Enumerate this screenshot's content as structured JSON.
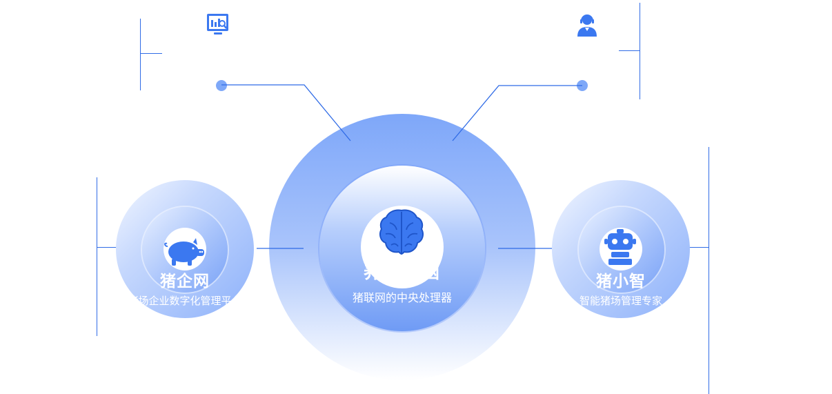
{
  "center": {
    "title": "养猪大脑",
    "subtitle": "猪联网的中央处理器",
    "icon": "brain-icon"
  },
  "left_node": {
    "title": "猪企网",
    "subtitle": "猪场企业数字化管理平台",
    "icon": "pig-icon"
  },
  "right_node": {
    "title": "猪小智",
    "subtitle": "智能猪场管理专家",
    "icon": "robot-icon"
  },
  "top_left_node": {
    "icon": "monitor-analytics-icon"
  },
  "top_right_node": {
    "icon": "customer-service-icon"
  },
  "colors": {
    "accent": "#2f6be6",
    "circle_light": "#a9c4fb",
    "circle_dark": "#6f9bf5",
    "icon_blue": "#3b78f0"
  }
}
